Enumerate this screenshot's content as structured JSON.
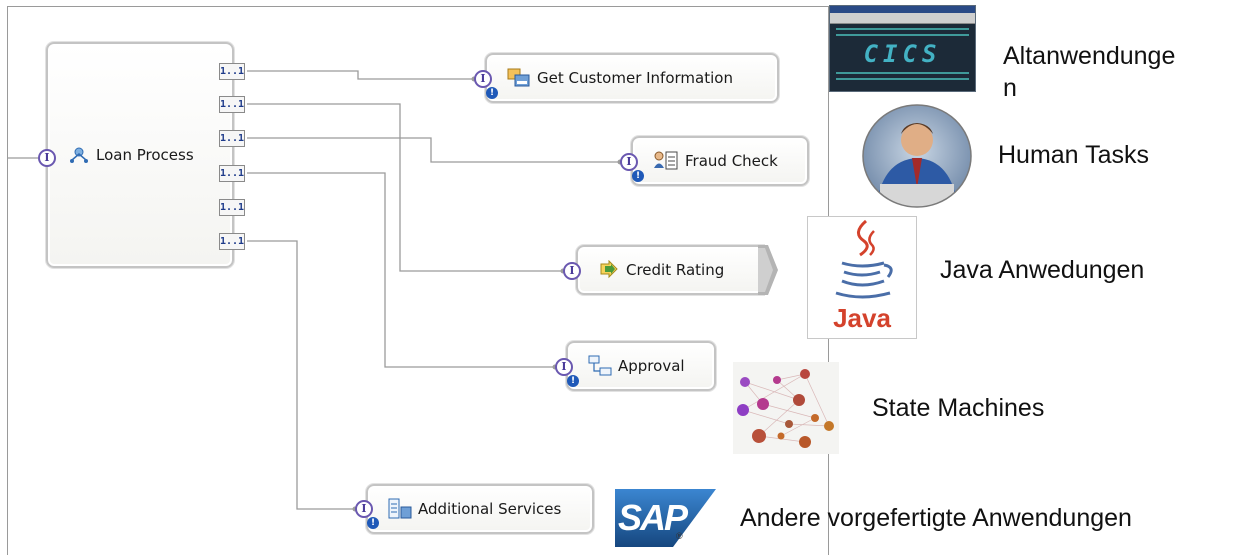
{
  "diagram": {
    "main_component": {
      "label": "Loan Process",
      "pin_label": "1..1"
    },
    "components": [
      {
        "id": "get-customer",
        "label": "Get Customer Information"
      },
      {
        "id": "fraud-check",
        "label": "Fraud Check"
      },
      {
        "id": "credit-rating",
        "label": "Credit Rating"
      },
      {
        "id": "approval",
        "label": "Approval"
      },
      {
        "id": "additional-services",
        "label": "Additional Services"
      }
    ],
    "interface_glyph": "I",
    "warning_glyph": "!"
  },
  "categories": [
    {
      "label_line1": "Altanwendunge",
      "label_line2": "n",
      "icon": "mainframe-cics-screen"
    },
    {
      "label": "Human Tasks",
      "icon": "person-photo"
    },
    {
      "label": "Java Anwedungen",
      "icon": "java-logo"
    },
    {
      "label": "State Machines",
      "icon": "network-graph"
    },
    {
      "label": "Andere vorgefertigte Anwendungen",
      "icon": "sap-logo"
    }
  ],
  "logos": {
    "cics_text": "CICS",
    "java_text": "Java",
    "sap_text": "SAP",
    "sap_reg": "®"
  },
  "colors": {
    "wire": "#8c8c8c",
    "interface": "#6a58b0",
    "warning": "#1f59b8",
    "java_red": "#d4422c",
    "java_blue": "#4a6ea8",
    "sap_blue": "#1d5aa6"
  }
}
